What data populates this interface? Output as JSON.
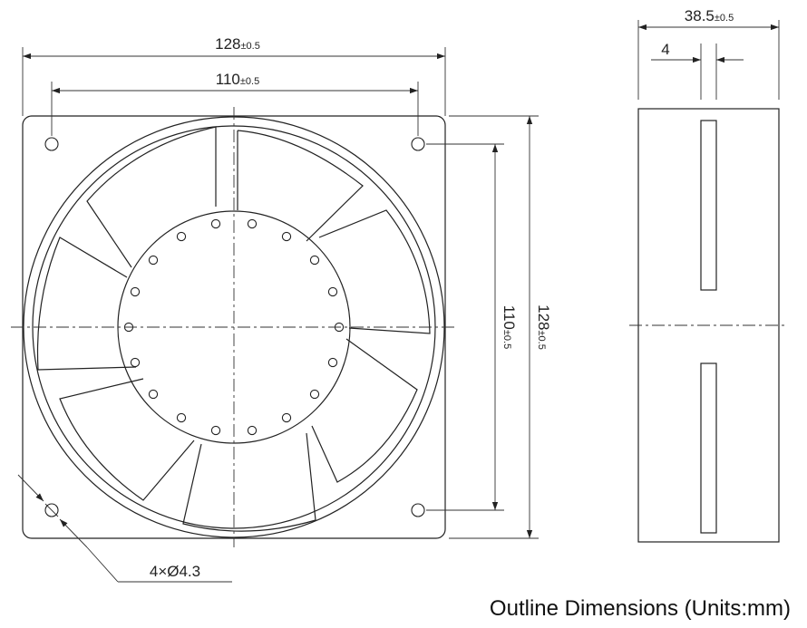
{
  "dims": {
    "top_outer": {
      "value": "128",
      "tol": "±0.5"
    },
    "top_inner": {
      "value": "110",
      "tol": "±0.5"
    },
    "right_inner": {
      "value": "110",
      "tol": "±0.5"
    },
    "right_outer": {
      "value": "128",
      "tol": "±0.5"
    },
    "depth": {
      "value": "38.5",
      "tol": "±0.5"
    },
    "rib": {
      "value": "4"
    },
    "holes": {
      "value": "4×Ø4.3"
    }
  },
  "caption": "Outline Dimensions (Units:mm)"
}
